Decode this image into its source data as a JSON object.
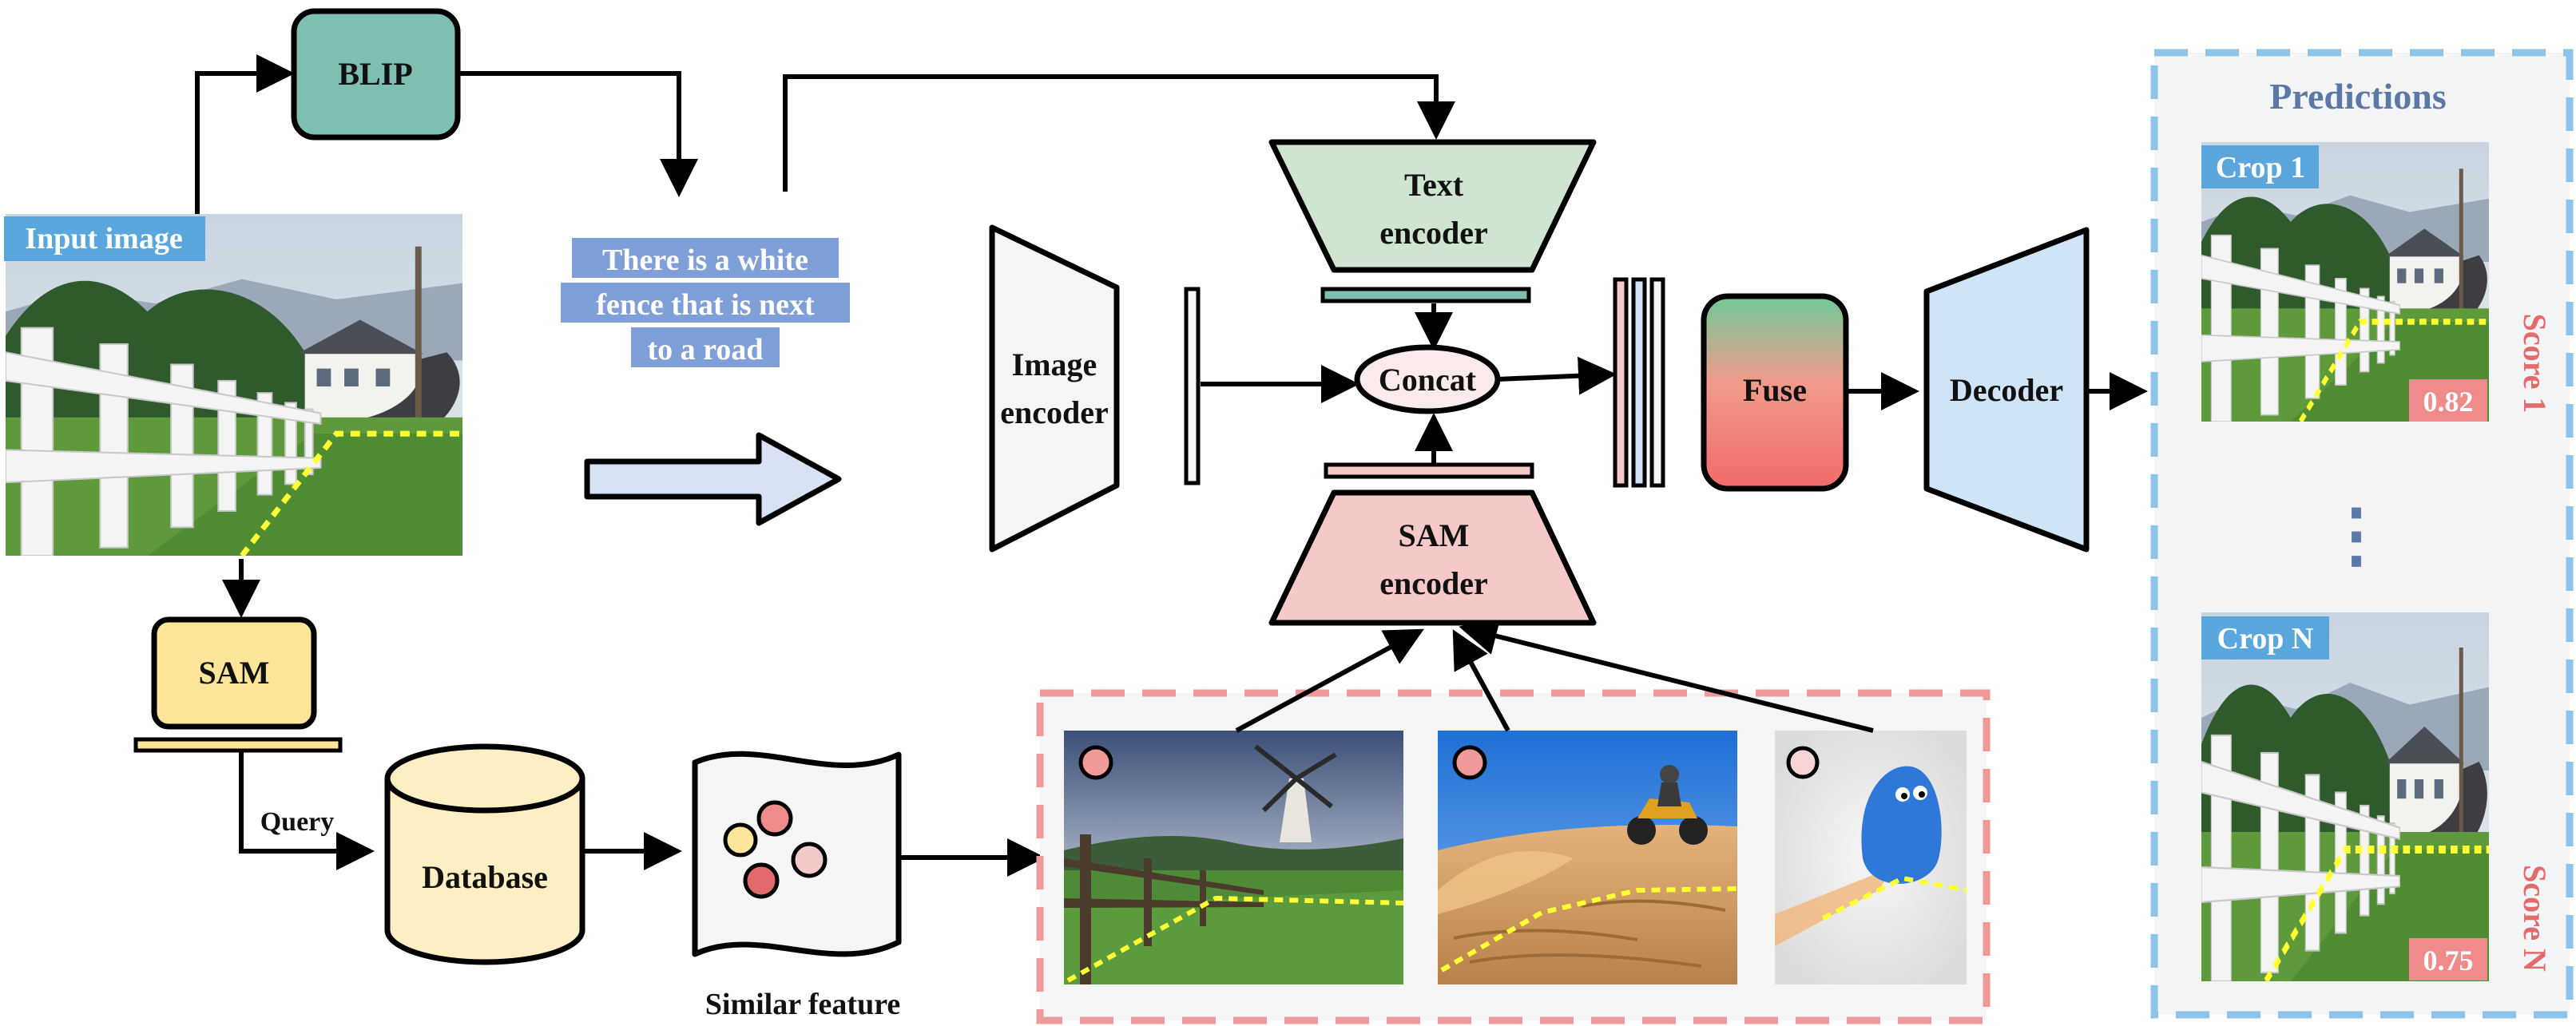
{
  "blocks": {
    "blip": "BLIP",
    "sam": "SAM",
    "database": "Database",
    "text_encoder_line1": "Text",
    "text_encoder_line2": "encoder",
    "image_encoder_line1": "Image",
    "image_encoder_line2": "encoder",
    "sam_encoder_line1": "SAM",
    "sam_encoder_line2": "encoder",
    "concat": "Concat",
    "fuse": "Fuse",
    "decoder": "Decoder"
  },
  "labels": {
    "input_image": "Input image",
    "caption_line1": "There is a white",
    "caption_line2": "fence that is next",
    "caption_line3": "to a road",
    "query": "Query",
    "similar_feature": "Similar feature"
  },
  "predictions": {
    "title": "Predictions",
    "ellipsis": "⋮",
    "items": [
      {
        "crop": "Crop 1",
        "score_label": "Score 1",
        "score": "0.82"
      },
      {
        "crop": "Crop N",
        "score_label": "Score N",
        "score": "0.75"
      }
    ]
  },
  "colors": {
    "blip": "#7fbfb2",
    "sam_box": "#fde59a",
    "database": "#fdefc3",
    "text_encoder": "#cfe5cf",
    "sam_encoder": "#f6c9c9",
    "fuse_top": "#6fc99a",
    "fuse_bottom": "#f26b6b",
    "decoder": "#cfe4f6",
    "predictions_border": "#8ec3ea",
    "examples_border": "#ef9a9a",
    "caption_bg": "#7f9fd8",
    "crop_label_bg": "#5aa7dd",
    "score_bg": "#ef8b8b",
    "score_text": "#e46b6b",
    "title_text": "#5b78a6"
  }
}
